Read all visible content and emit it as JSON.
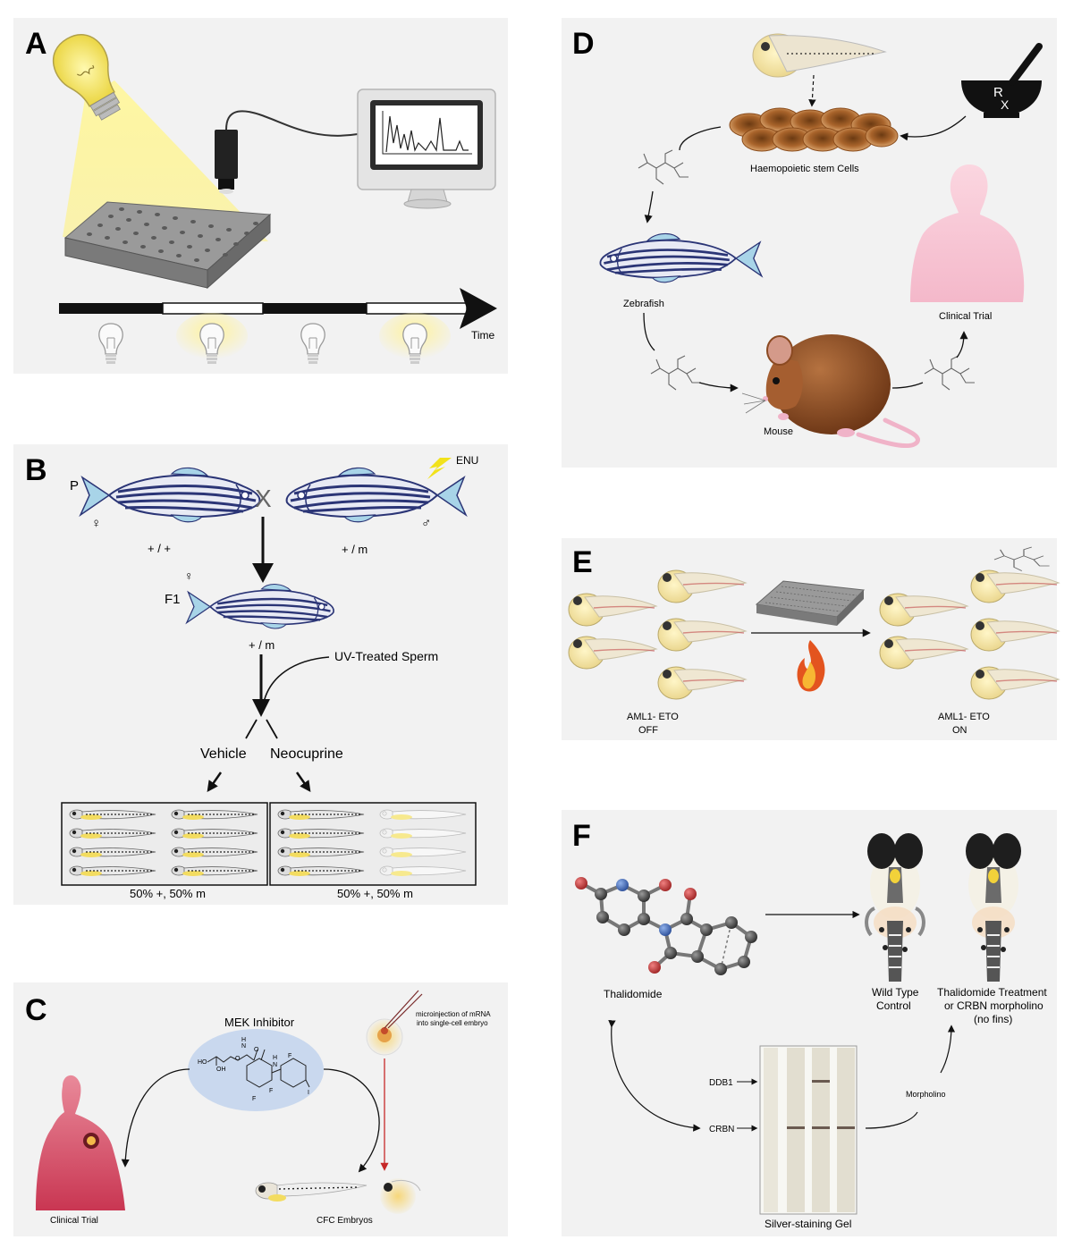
{
  "panels": {
    "a": {
      "letter": "A",
      "time_label": "Time"
    },
    "b": {
      "letter": "B",
      "p_label": "P",
      "cross_label": "X",
      "enu_label": "ENU",
      "female_symbol": "♀",
      "male_symbol": "♂",
      "left_genotype": "+ / +",
      "right_genotype": "+ / m",
      "f1_label": "F1",
      "f1_genotype": "+ / m",
      "uv_label": "UV-Treated Sperm",
      "vehicle_label": "Vehicle",
      "neocuprine_label": "Neocuprine",
      "left_ratio": "50% +, 50% m",
      "right_ratio": "50% +, 50% m"
    },
    "c": {
      "letter": "C",
      "mek_label": "MEK Inhibitor",
      "micro_line1": "microinjection of mRNA",
      "micro_line2": "into single-cell embryo",
      "clinical_label": "Clinical Trial",
      "cfc_label": "CFC Embryos",
      "chem_ho": "HO",
      "chem_oh": "OH",
      "chem_o": "O",
      "chem_n": "N",
      "chem_h": "H",
      "chem_f": "F",
      "chem_i": "I"
    },
    "d": {
      "letter": "D",
      "rx_r": "R",
      "rx_x": "X",
      "hsc_label": "Haemopoietic stem Cells",
      "zebrafish_label": "Zebrafish",
      "clinical_label": "Clinical Trial",
      "mouse_label": "Mouse"
    },
    "e": {
      "letter": "E",
      "off_line1": "AML1- ETO",
      "off_line2": "OFF",
      "on_line1": "AML1- ETO",
      "on_line2": "ON"
    },
    "f": {
      "letter": "F",
      "thalidomide_label": "Thalidomide",
      "wt_line1": "Wild Type",
      "wt_line2": "Control",
      "treat_line1": "Thalidomide Treatment",
      "treat_line2": "or CRBN morpholino",
      "treat_line3": "(no fins)",
      "ddb1_label": "DDB1",
      "crbn_label": "CRBN",
      "morpholino_label": "Morpholino",
      "gel_label": "Silver-staining Gel"
    }
  },
  "colors": {
    "panel_bg": "#f2f2f2",
    "light_yellow": "#fff27a",
    "skin_pink": "#f6c6d4",
    "clinical_red": "#d9475e",
    "mouse_brown": "#8b4a22",
    "stripe_blue": "#2b3576",
    "hsc_orange": "#c67a3a",
    "atom_red": "#c23b3b",
    "atom_blue": "#3b66b8",
    "atom_grey": "#4a4a4a"
  }
}
